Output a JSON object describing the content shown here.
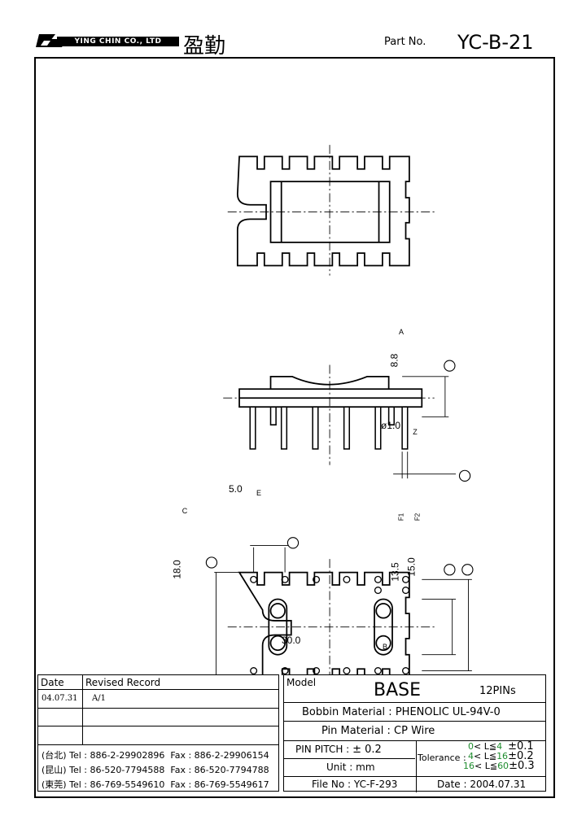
{
  "header": {
    "company_en": "YING CHIN CO., LTD",
    "company_cn": "盈勤",
    "part_label": "Part No.",
    "part_no": "YC-B-21"
  },
  "drawing": {
    "datum_a": "A",
    "height_dim": "8.8",
    "pin_dia": "ø1.0",
    "datum_z": "Z",
    "pitch_dim": "5.0",
    "datum_e": "E",
    "datum_c": "C",
    "datum_f1": "F1",
    "datum_f2": "F2",
    "width_dim": "18.0",
    "inner_dim": "13.5",
    "outer_dim": "15.0",
    "length_dim": "30.0",
    "datum_b": "B"
  },
  "revision": {
    "date_header": "Date",
    "record_header": "Revised Record",
    "rows": [
      {
        "date": "04.07.31",
        "record": "A/1"
      },
      {
        "date": "",
        "record": ""
      },
      {
        "date": "",
        "record": ""
      }
    ]
  },
  "contacts": [
    {
      "city": "(台北)",
      "tel": "Tel : 886-2-29902896",
      "fax": "Fax : 886-2-29906154"
    },
    {
      "city": "(昆山)",
      "tel": "Tel : 86-520-7794588",
      "fax": "Fax : 86-520-7794788"
    },
    {
      "city": "(東莞)",
      "tel": "Tel : 86-769-5549610",
      "fax": "Fax : 86-769-5549617"
    }
  ],
  "info": {
    "model_label": "Model",
    "model_value": "BASE",
    "pins": "12PINs",
    "bobbin_label": "Bobbin  Material :",
    "bobbin_value": "PHENOLIC UL-94V-0",
    "pin_label": "Pin  Material :",
    "pin_value": "CP Wire",
    "pitch_label": "PIN  PITCH :",
    "pitch_value": "± 0.2",
    "unit_label": "Unit :",
    "unit_value": "mm",
    "file_label": "File  No :",
    "file_value": "YC-F-293",
    "tolerance_label": "Tolerance :",
    "tol_rows": [
      {
        "low": "0",
        "cond": "< L≦",
        "high": "4",
        "tol": "±0.1"
      },
      {
        "low": "4",
        "cond": "< L≦",
        "high": "16",
        "tol": "±0.2"
      },
      {
        "low": "16",
        "cond": "< L≦",
        "high": "60",
        "tol": "±0.3"
      }
    ],
    "date_label": "Date :",
    "date_value": "2004.07.31"
  },
  "colors": {
    "tolerance_green": "#1e8c2e"
  }
}
